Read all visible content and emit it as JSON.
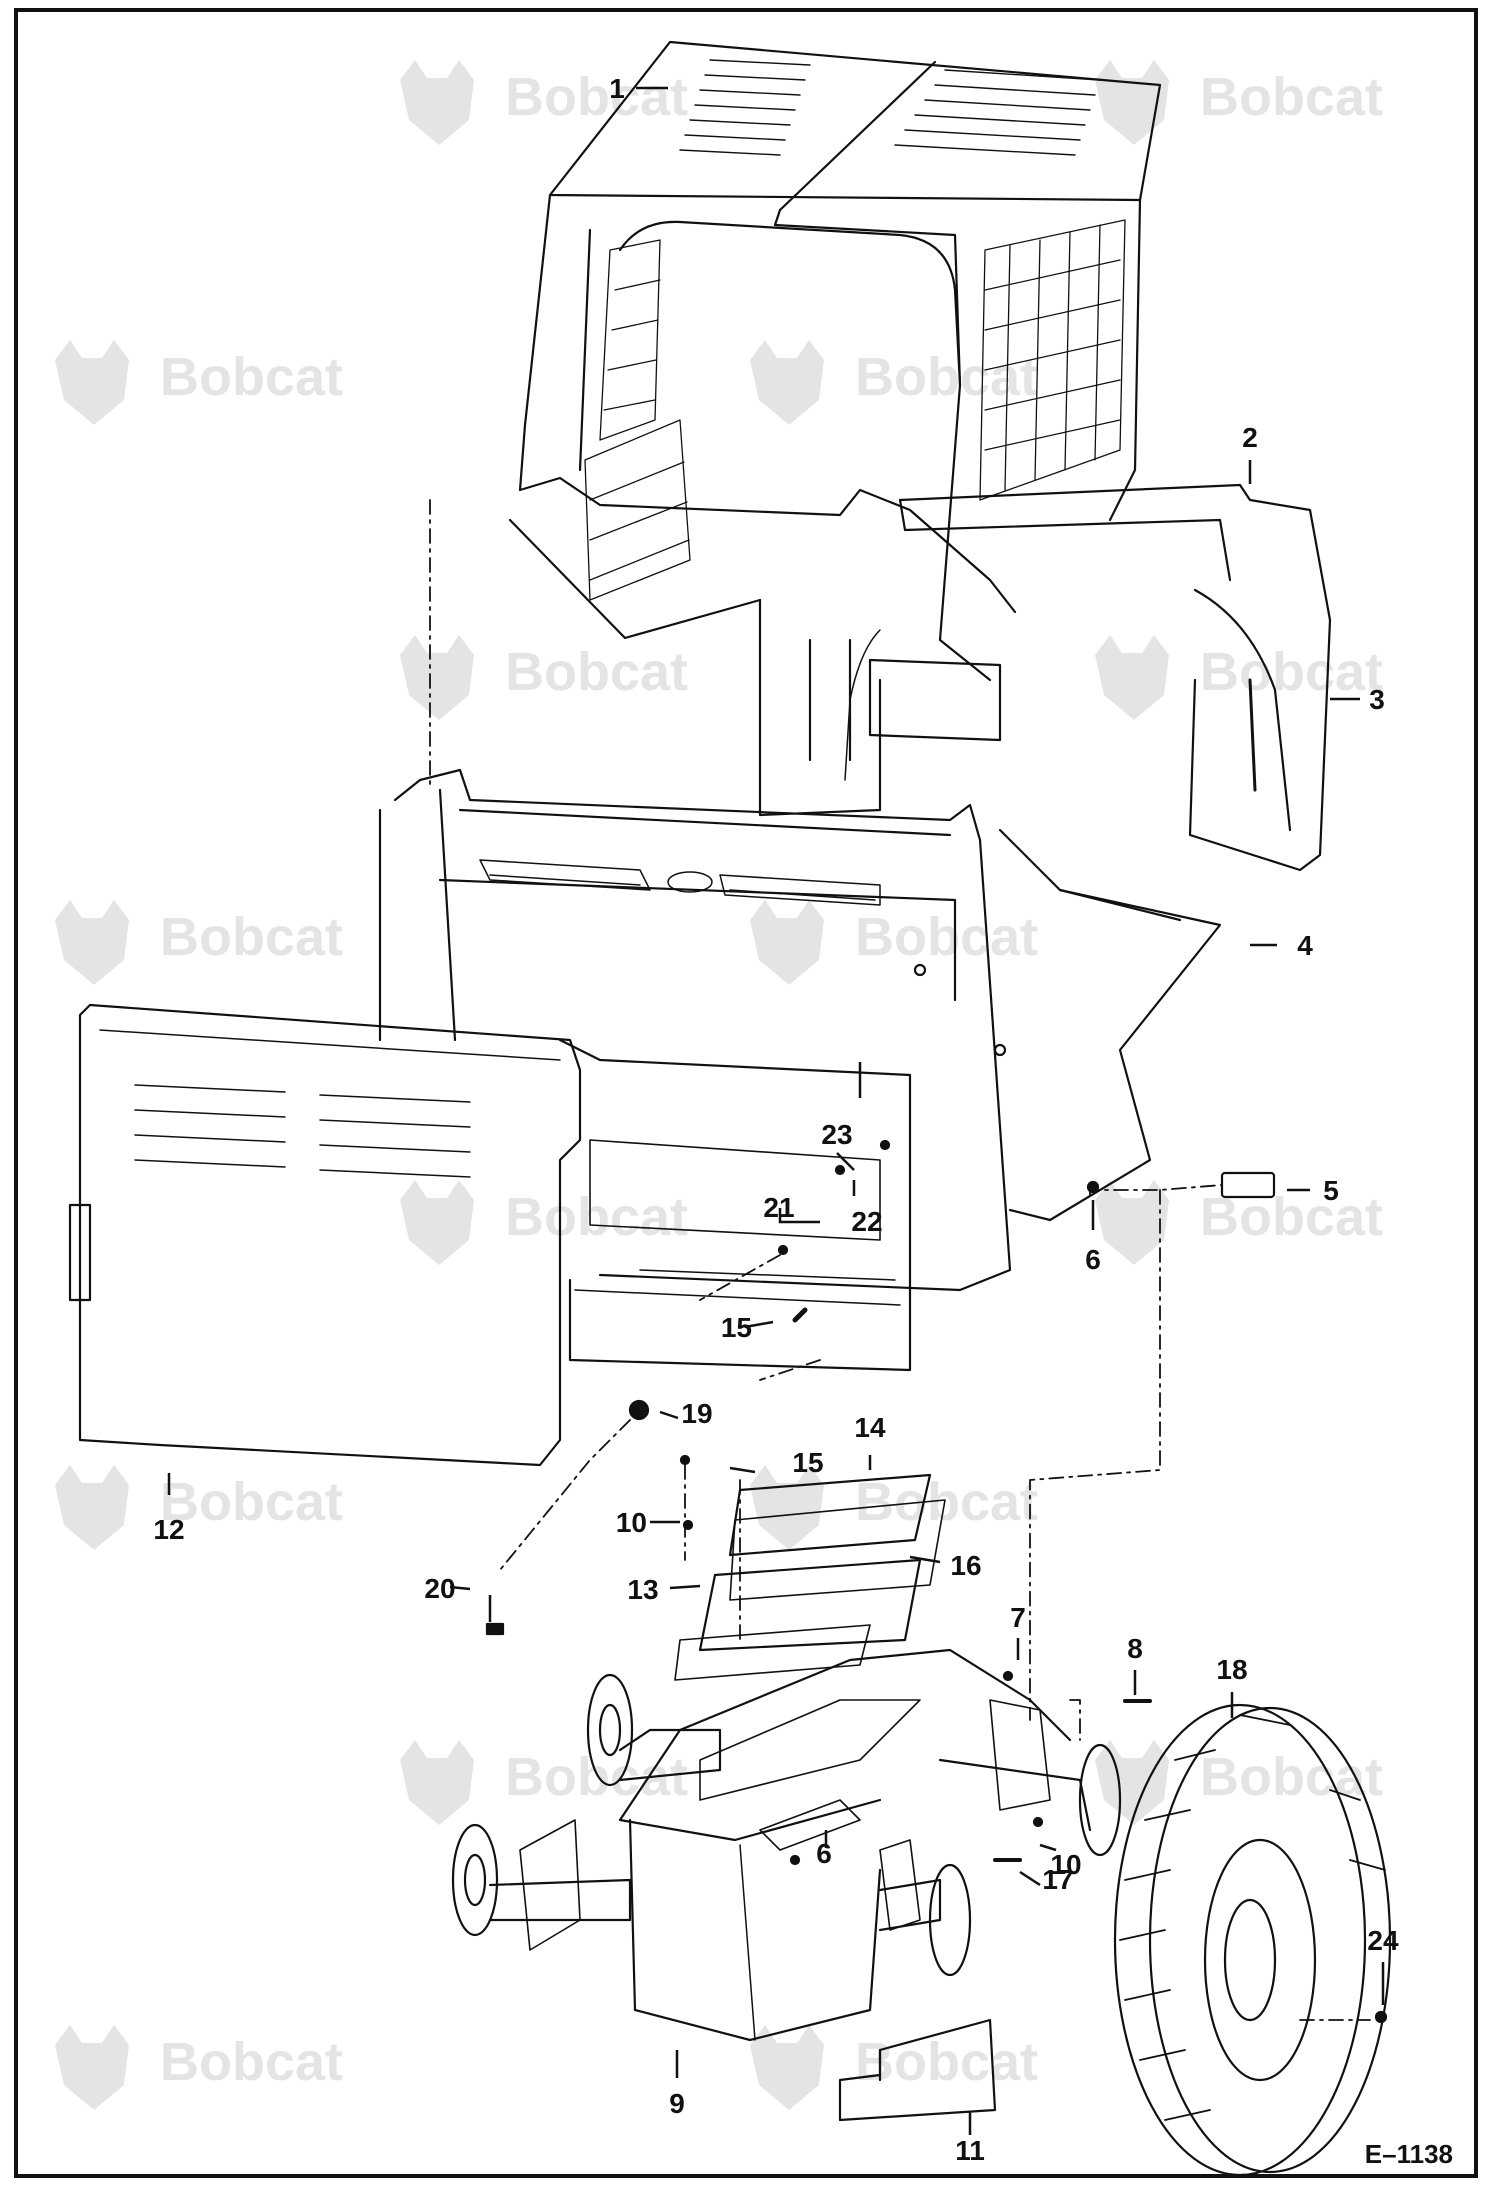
{
  "diagram": {
    "figure_code": "E–1138",
    "watermark_text": "Bobcat",
    "ink_color": "#111111",
    "watermark_color": "#e4e4e4",
    "callouts": [
      "1",
      "2",
      "3",
      "4",
      "5",
      "6",
      "6",
      "7",
      "8",
      "9",
      "10",
      "10",
      "11",
      "12",
      "13",
      "14",
      "15",
      "15",
      "16",
      "17",
      "18",
      "19",
      "20",
      "21",
      "22",
      "23",
      "24"
    ]
  }
}
